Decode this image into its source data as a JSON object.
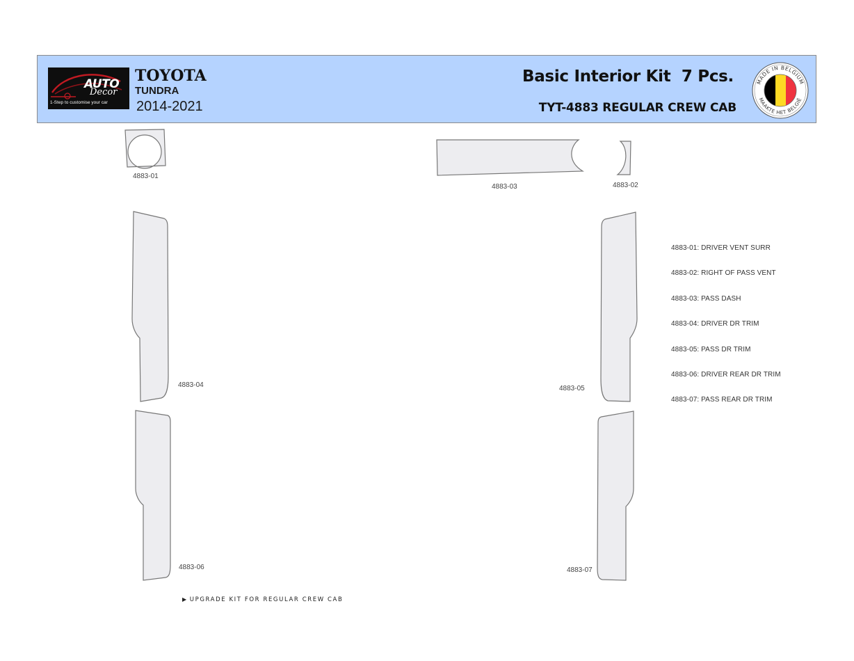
{
  "header": {
    "logo": {
      "brand_text": "AUTO",
      "brand_script": "Decor",
      "tagline": "1-Step to customise your car"
    },
    "make": "TOYOTA",
    "model": "TUNDRA",
    "years": "2014-2021",
    "kit_title": "Basic Interior Kit  7 Pcs.",
    "kit_code": "TYT-4883 REGULAR CREW CAB",
    "badge": {
      "top_text": "MADE IN BELGIUM",
      "bottom_text": "MAAKTE HET BELGIË",
      "flag_colors": [
        "#000000",
        "#fdda24",
        "#ef3340"
      ]
    },
    "band_color": "#b5d3ff"
  },
  "parts": [
    {
      "code": "4883-01"
    },
    {
      "code": "4883-03"
    },
    {
      "code": "4883-02"
    },
    {
      "code": "4883-04"
    },
    {
      "code": "4883-05"
    },
    {
      "code": "4883-06"
    },
    {
      "code": "4883-07"
    }
  ],
  "legend": [
    "4883-01: DRIVER VENT SURR",
    "4883-02: RIGHT OF PASS VENT",
    "4883-03: PASS DASH",
    "4883-04: DRIVER DR TRIM",
    "4883-05: PASS DR TRIM",
    "4883-06: DRIVER REAR DR TRIM",
    "4883-07: PASS REAR DR TRIM"
  ],
  "footnote": "UPGRADE KIT FOR REGULAR CREW CAB",
  "part_fill_color": "#ededf0",
  "part_stroke_color": "#777777"
}
